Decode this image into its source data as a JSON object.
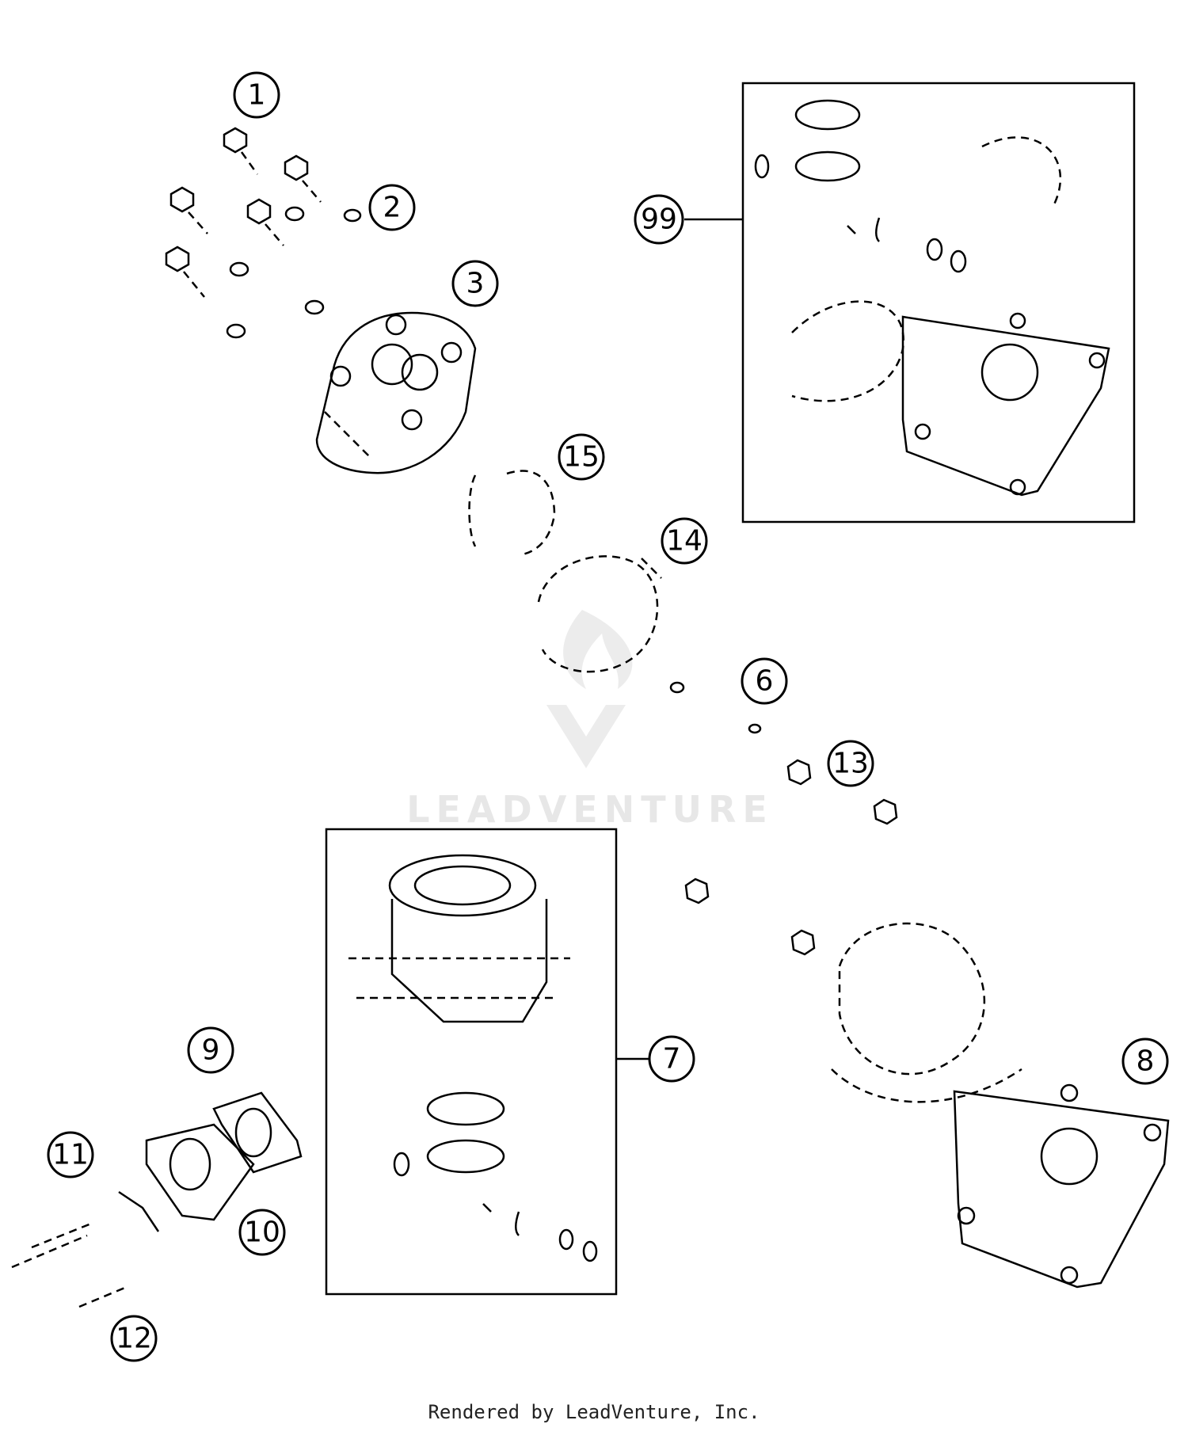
{
  "callouts": [
    {
      "id": "c1",
      "label": "1"
    },
    {
      "id": "c2",
      "label": "2"
    },
    {
      "id": "c3",
      "label": "3"
    },
    {
      "id": "c6",
      "label": "6"
    },
    {
      "id": "c7",
      "label": "7"
    },
    {
      "id": "c8",
      "label": "8"
    },
    {
      "id": "c9",
      "label": "9"
    },
    {
      "id": "c10",
      "label": "10"
    },
    {
      "id": "c11",
      "label": "11"
    },
    {
      "id": "c12",
      "label": "12"
    },
    {
      "id": "c13",
      "label": "13"
    },
    {
      "id": "c14",
      "label": "14"
    },
    {
      "id": "c15",
      "label": "15"
    },
    {
      "id": "c99",
      "label": "99"
    }
  ],
  "watermark": "LEADVENTURE",
  "footer": "Rendered by LeadVenture, Inc."
}
